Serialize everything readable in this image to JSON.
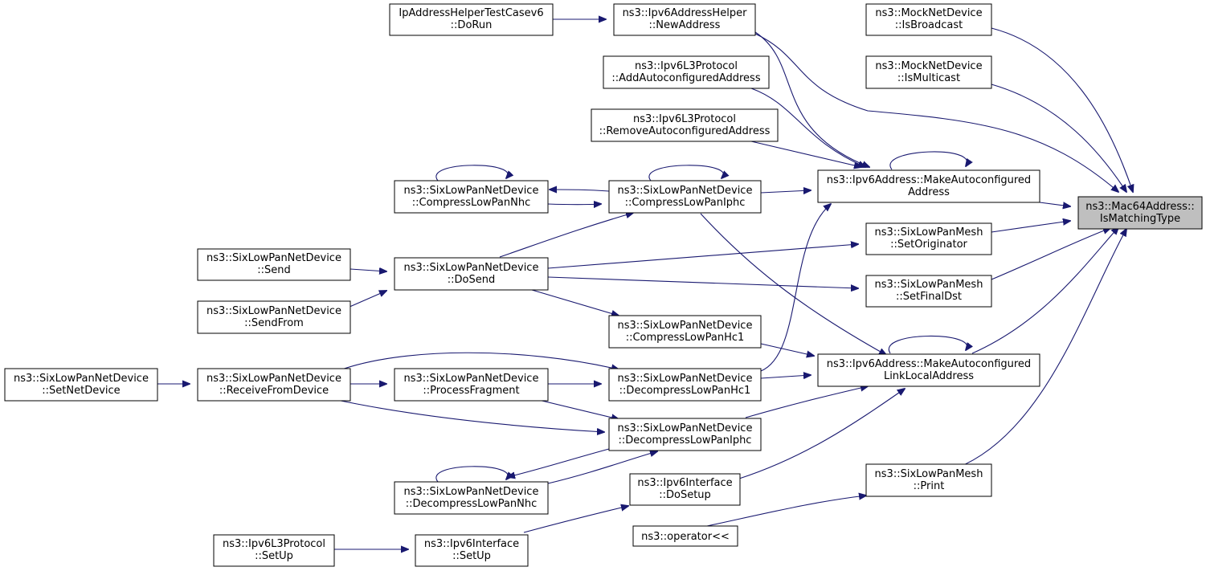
{
  "nodes": {
    "target": {
      "line1": "ns3::Mac64Address::",
      "line2": "IsMatchingType"
    },
    "iphelper_testcase": {
      "line1": "IpAddressHelperTestCasev6",
      "line2": "::DoRun"
    },
    "ipv6addresshelper_newaddress": {
      "line1": "ns3::Ipv6AddressHelper",
      "line2": "::NewAddress"
    },
    "mocknetdevice_isbroadcast": {
      "line1": "ns3::MockNetDevice",
      "line2": "::IsBroadcast"
    },
    "mocknetdevice_ismulticast": {
      "line1": "ns3::MockNetDevice",
      "line2": "::IsMulticast"
    },
    "ipv6l3_addautoconf": {
      "line1": "ns3::Ipv6L3Protocol",
      "line2": "::AddAutoconfiguredAddress"
    },
    "ipv6l3_removeautoconf": {
      "line1": "ns3::Ipv6L3Protocol",
      "line2": "::RemoveAutoconfiguredAddress"
    },
    "ipv6address_makeautoconf": {
      "line1": "ns3::Ipv6Address::MakeAutoconfigured",
      "line2": "Address"
    },
    "sixlowpan_compresslowpannhc": {
      "line1": "ns3::SixLowPanNetDevice",
      "line2": "::CompressLowPanNhc"
    },
    "sixlowpan_compresslowpaniphc": {
      "line1": "ns3::SixLowPanNetDevice",
      "line2": "::CompressLowPanIphc"
    },
    "sixlowpanmesh_setoriginator": {
      "line1": "ns3::SixLowPanMesh",
      "line2": "::SetOriginator"
    },
    "sixlowpan_send": {
      "line1": "ns3::SixLowPanNetDevice",
      "line2": "::Send"
    },
    "sixlowpan_dosend": {
      "line1": "ns3::SixLowPanNetDevice",
      "line2": "::DoSend"
    },
    "sixlowpanmesh_setfinaldst": {
      "line1": "ns3::SixLowPanMesh",
      "line2": "::SetFinalDst"
    },
    "sixlowpan_sendfrom": {
      "line1": "ns3::SixLowPanNetDevice",
      "line2": "::SendFrom"
    },
    "sixlowpan_compresslowpanhc1": {
      "line1": "ns3::SixLowPanNetDevice",
      "line2": "::CompressLowPanHc1"
    },
    "ipv6address_makeautoconf_ll": {
      "line1": "ns3::Ipv6Address::MakeAutoconfigured",
      "line2": "LinkLocalAddress"
    },
    "sixlowpan_setnetdevice": {
      "line1": "ns3::SixLowPanNetDevice",
      "line2": "::SetNetDevice"
    },
    "sixlowpan_receivefromdevice": {
      "line1": "ns3::SixLowPanNetDevice",
      "line2": "::ReceiveFromDevice"
    },
    "sixlowpan_processfragment": {
      "line1": "ns3::SixLowPanNetDevice",
      "line2": "::ProcessFragment"
    },
    "sixlowpan_decompresslowpanhc1": {
      "line1": "ns3::SixLowPanNetDevice",
      "line2": "::DecompressLowPanHc1"
    },
    "sixlowpan_decompresslowpaniphc": {
      "line1": "ns3::SixLowPanNetDevice",
      "line2": "::DecompressLowPanIphc"
    },
    "sixlowpan_decompresslowpannhc": {
      "line1": "ns3::SixLowPanNetDevice",
      "line2": "::DecompressLowPanNhc"
    },
    "ipv6interface_dosetup": {
      "line1": "ns3::Ipv6Interface",
      "line2": "::DoSetup"
    },
    "sixlowpanmesh_print": {
      "line1": "ns3::SixLowPanMesh",
      "line2": "::Print"
    },
    "operator_shift": {
      "line1": "ns3::operator<<",
      "line2": ""
    },
    "ipv6l3_setup": {
      "line1": "ns3::Ipv6L3Protocol",
      "line2": "::SetUp"
    },
    "ipv6interface_setup": {
      "line1": "ns3::Ipv6Interface",
      "line2": "::SetUp"
    }
  },
  "edges": [
    [
      "iphelper_testcase",
      "ipv6addresshelper_newaddress"
    ],
    [
      "ipv6addresshelper_newaddress",
      "target"
    ],
    [
      "ipv6addresshelper_newaddress",
      "ipv6address_makeautoconf"
    ],
    [
      "mocknetdevice_isbroadcast",
      "target"
    ],
    [
      "mocknetdevice_ismulticast",
      "target"
    ],
    [
      "ipv6l3_addautoconf",
      "ipv6address_makeautoconf"
    ],
    [
      "ipv6l3_removeautoconf",
      "ipv6address_makeautoconf"
    ],
    [
      "ipv6address_makeautoconf",
      "target"
    ],
    [
      "ipv6address_makeautoconf",
      "ipv6address_makeautoconf"
    ],
    [
      "sixlowpan_compresslowpaniphc",
      "ipv6address_makeautoconf"
    ],
    [
      "sixlowpan_compresslowpaniphc",
      "sixlowpan_compresslowpannhc"
    ],
    [
      "sixlowpan_compresslowpannhc",
      "sixlowpan_compresslowpaniphc"
    ],
    [
      "sixlowpan_compresslowpannhc",
      "sixlowpan_compresslowpannhc"
    ],
    [
      "sixlowpan_compresslowpaniphc",
      "sixlowpan_compresslowpaniphc"
    ],
    [
      "sixlowpan_compresslowpaniphc",
      "ipv6address_makeautoconf_ll"
    ],
    [
      "sixlowpanmesh_setoriginator",
      "target"
    ],
    [
      "sixlowpan_dosend",
      "sixlowpanmesh_setoriginator"
    ],
    [
      "sixlowpan_dosend",
      "sixlowpan_compresslowpaniphc"
    ],
    [
      "sixlowpan_send",
      "sixlowpan_dosend"
    ],
    [
      "sixlowpan_sendfrom",
      "sixlowpan_dosend"
    ],
    [
      "sixlowpan_dosend",
      "sixlowpanmesh_setfinaldst"
    ],
    [
      "sixlowpan_dosend",
      "sixlowpan_compresslowpanhc1"
    ],
    [
      "sixlowpanmesh_setfinaldst",
      "target"
    ],
    [
      "sixlowpan_compresslowpanhc1",
      "ipv6address_makeautoconf_ll"
    ],
    [
      "ipv6address_makeautoconf_ll",
      "target"
    ],
    [
      "ipv6address_makeautoconf_ll",
      "ipv6address_makeautoconf_ll"
    ],
    [
      "sixlowpan_decompresslowpanhc1",
      "ipv6address_makeautoconf_ll"
    ],
    [
      "sixlowpan_decompresslowpanhc1",
      "ipv6address_makeautoconf"
    ],
    [
      "sixlowpan_decompresslowpaniphc",
      "ipv6address_makeautoconf_ll"
    ],
    [
      "ipv6interface_dosetup",
      "ipv6address_makeautoconf_ll"
    ],
    [
      "sixlowpan_setnetdevice",
      "sixlowpan_receivefromdevice"
    ],
    [
      "sixlowpan_receivefromdevice",
      "sixlowpan_processfragment"
    ],
    [
      "sixlowpan_receivefromdevice",
      "sixlowpan_decompresslowpanhc1"
    ],
    [
      "sixlowpan_receivefromdevice",
      "sixlowpan_decompresslowpaniphc"
    ],
    [
      "sixlowpan_processfragment",
      "sixlowpan_decompresslowpanhc1"
    ],
    [
      "sixlowpan_processfragment",
      "sixlowpan_decompresslowpaniphc"
    ],
    [
      "sixlowpan_decompresslowpannhc",
      "sixlowpan_decompresslowpaniphc"
    ],
    [
      "sixlowpan_decompresslowpaniphc",
      "sixlowpan_decompresslowpannhc"
    ],
    [
      "sixlowpan_decompresslowpannhc",
      "sixlowpan_decompresslowpannhc"
    ],
    [
      "sixlowpanmesh_print",
      "target"
    ],
    [
      "operator_shift",
      "sixlowpanmesh_print"
    ],
    [
      "ipv6interface_setup",
      "ipv6interface_dosetup"
    ],
    [
      "ipv6l3_setup",
      "ipv6interface_setup"
    ]
  ],
  "colors": {
    "edge": "#191970",
    "node_border": "#000000",
    "node_fill": "#ffffff",
    "target_fill": "#bfbfbf"
  }
}
